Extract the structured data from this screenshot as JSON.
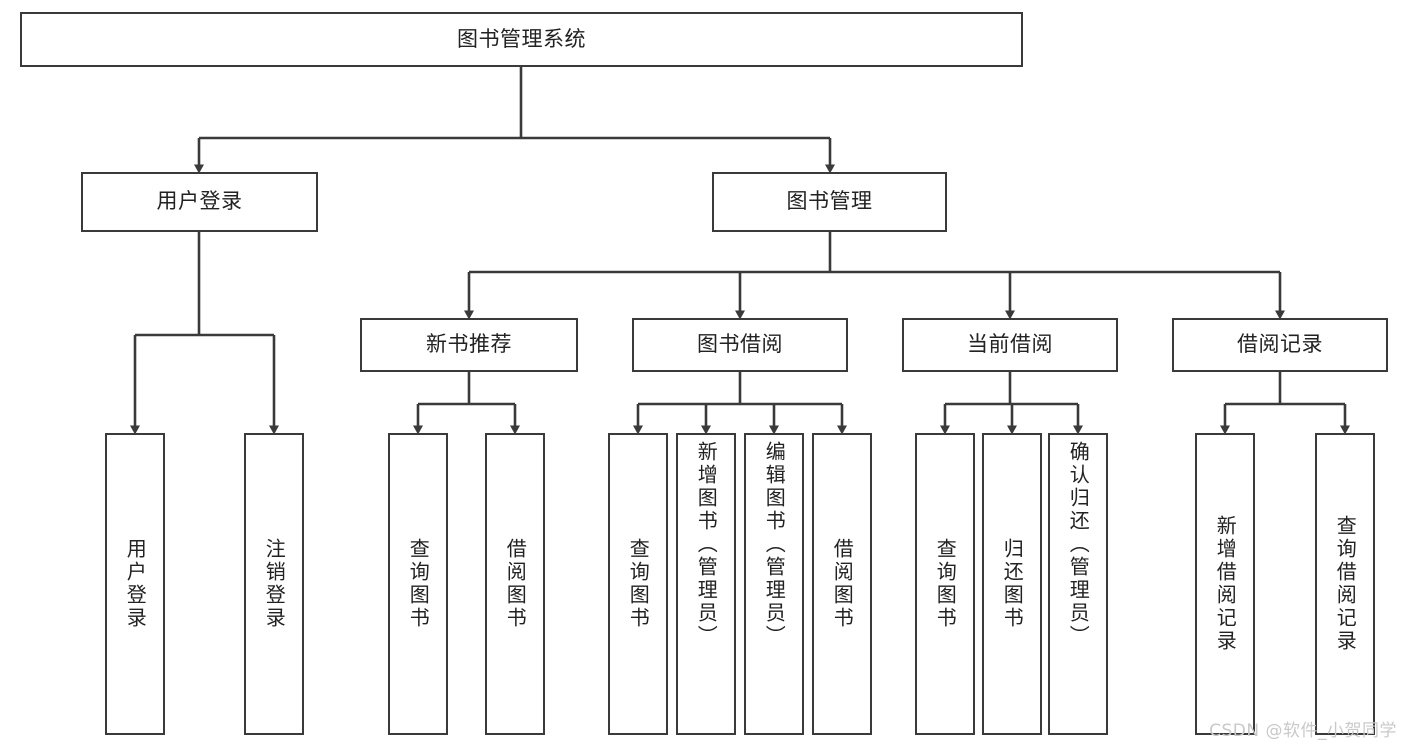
{
  "diagram": {
    "title": "图书管理系统",
    "type": "tree-hierarchy-chart",
    "watermark": "CSDN @软件_小贺同学",
    "colors": {
      "box_border": "#3a3a3a",
      "box_fill": "#ffffff",
      "connector": "#3a3a3a",
      "text": "#222222",
      "background": "#ffffff",
      "watermark": "#c9c9c9"
    },
    "root": {
      "label": "图书管理系统"
    },
    "level2": [
      {
        "label": "用户登录"
      },
      {
        "label": "图书管理"
      }
    ],
    "level3": [
      {
        "label": "新书推荐"
      },
      {
        "label": "图书借阅"
      },
      {
        "label": "当前借阅"
      },
      {
        "label": "借阅记录"
      }
    ],
    "leaves": {
      "user_login": [
        {
          "label": "用户登录"
        },
        {
          "label": "注销登录"
        }
      ],
      "new_book_recommend": [
        {
          "label": "查询图书"
        },
        {
          "label": "借阅图书"
        }
      ],
      "book_borrow": [
        {
          "label": "查询图书"
        },
        {
          "label": "新增图书（管理员）"
        },
        {
          "label": "编辑图书（管理员）"
        },
        {
          "label": "借阅图书"
        }
      ],
      "current_borrow": [
        {
          "label": "查询图书"
        },
        {
          "label": "归还图书"
        },
        {
          "label": "确认归还（管理员）"
        }
      ],
      "borrow_record": [
        {
          "label": "新增借阅记录"
        },
        {
          "label": "查询借阅记录"
        }
      ]
    }
  }
}
